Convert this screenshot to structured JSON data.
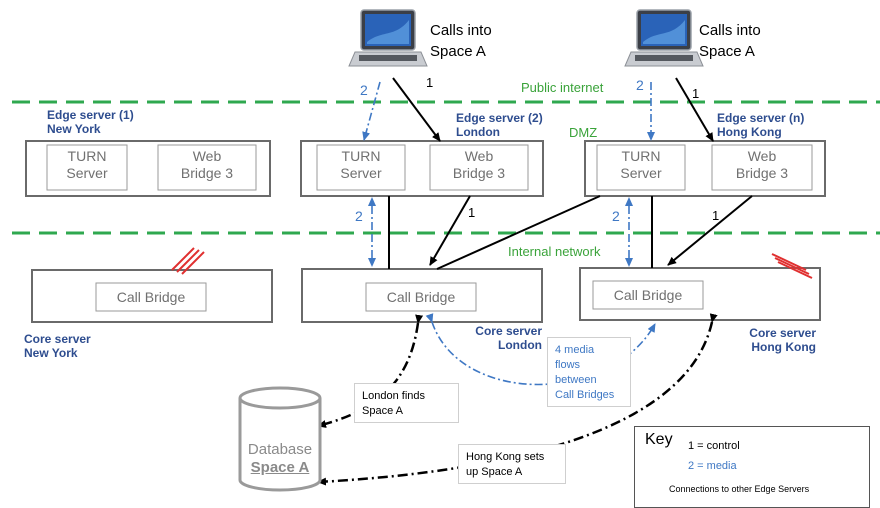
{
  "zones": {
    "public_internet": "Public internet",
    "dmz": "DMZ",
    "internal_network": "Internal network"
  },
  "edge_servers": [
    {
      "name": "Edge server (1)",
      "location": "New York"
    },
    {
      "name": "Edge server (2)",
      "location": "London"
    },
    {
      "name": "Edge server (n)",
      "location": "Hong Kong"
    }
  ],
  "core_servers": [
    {
      "name": "Core server",
      "location": "New York"
    },
    {
      "name": "Core server",
      "location": "London"
    },
    {
      "name": "Core server",
      "location": "Hong Kong"
    }
  ],
  "components": {
    "turn_line1": "TURN",
    "turn_line2": "Server",
    "web_line1": "Web",
    "web_line2": "Bridge 3",
    "call_bridge": "Call Bridge"
  },
  "clients": [
    {
      "line1": "Calls into",
      "line2": "Space A"
    },
    {
      "line1": "Calls into",
      "line2": "Space A"
    }
  ],
  "flow_labels": {
    "control": "1",
    "media": "2"
  },
  "notes": {
    "media_flows": [
      "4 media",
      "flows",
      "between",
      "Call Bridges"
    ],
    "london_finds": [
      "London finds",
      "Space A"
    ],
    "hong_kong_sets_up": [
      "Hong Kong sets",
      "up Space A"
    ]
  },
  "database": {
    "line1": "Database",
    "line2": "Space A"
  },
  "key": {
    "title": "Key",
    "control": "1 = control",
    "media": "2 = media",
    "connections": "Connections to other Edge Servers"
  },
  "colors": {
    "zone_line": "#2fa84f",
    "media": "#3f78c4",
    "control": "#000000",
    "edge_label": "#2e4d8f",
    "connection_marks": "#e03030"
  },
  "icons": [
    "laptop-icon",
    "database-icon",
    "connection-marks-icon"
  ]
}
